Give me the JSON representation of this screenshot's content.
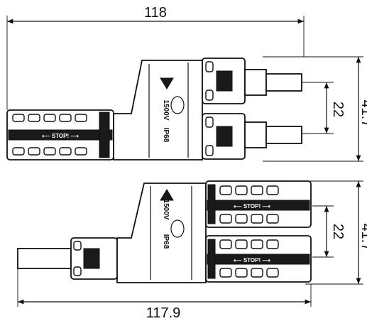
{
  "dimensions": {
    "top_width": "118",
    "top_height": "41.7",
    "top_pitch": "22",
    "bottom_width": "117.9",
    "bottom_height": "41.7",
    "bottom_pitch": "22"
  },
  "markings": {
    "rating": "1500V",
    "ingress": "IP68",
    "stop_label": "STOP!",
    "stop_label_full": "⟵ STOP! ⟶"
  },
  "icons": [
    "warning-triangle-icon",
    "lock-ring-icon"
  ]
}
